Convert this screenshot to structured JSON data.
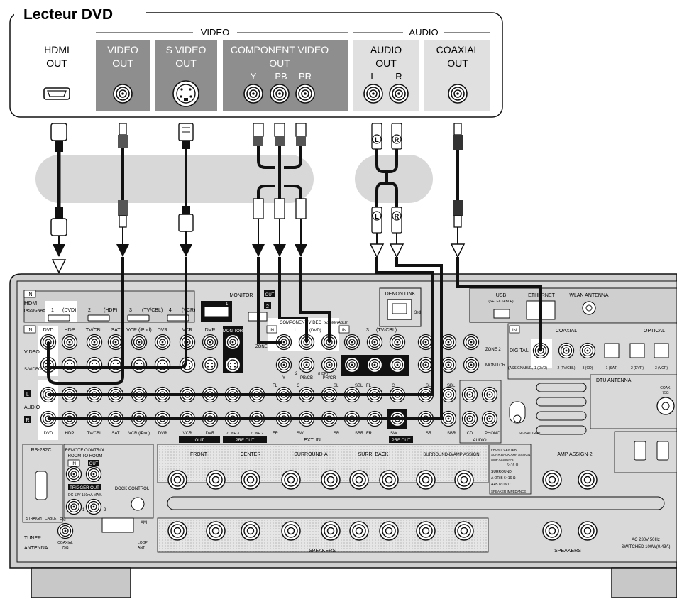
{
  "source": {
    "title": "Lecteur DVD",
    "group_video": "VIDEO",
    "group_audio": "AUDIO",
    "hdmi_line1": "HDMI",
    "hdmi_line2": "OUT",
    "video_line1": "VIDEO",
    "video_line2": "OUT",
    "svideo_line1": "S VIDEO",
    "svideo_line2": "OUT",
    "component_line1": "COMPONENT VIDEO",
    "component_line2": "OUT",
    "comp_y": "Y",
    "comp_pb": "PB",
    "comp_pr": "PR",
    "audio_line1": "AUDIO",
    "audio_line2": "OUT",
    "audio_l": "L",
    "audio_r": "R",
    "coax_line1": "COAXIAL",
    "coax_line2": "OUT"
  },
  "plug_marks": {
    "left": "L",
    "right": "R"
  },
  "receiver": {
    "in_tag": "IN",
    "out_tag": "OUT",
    "hdmi": "HDMI",
    "hdmi_assignable": "(ASSIGNABLE)",
    "hdmi_inputs": [
      "1",
      "(DVD)",
      "2",
      "(HDP)",
      "3",
      "(TV/CBL)",
      "4",
      "(VCR)"
    ],
    "monitor": "MONITOR",
    "monitor_1": "1",
    "monitor_2": "2",
    "denon_link": "DENON LINK",
    "denon_link_sub": "3rd",
    "usb": "USB",
    "usb_sub": "(SELECTABLE)",
    "ethernet": "ETHERNET",
    "wlan": "WLAN ANTENNA",
    "video_row": [
      "DVD",
      "HDP",
      "TV/CBL",
      "SAT",
      "VCR (iPod)",
      "DVR",
      "VCR",
      "DVR"
    ],
    "monitor_label": "MONITOR",
    "zone2": "ZONE 2",
    "video_label": "VIDEO",
    "svideo_label": "S-VIDEO",
    "component": "COMPONENT VIDEO",
    "component_1": "1",
    "component_dvd": "(DVD)",
    "component_assignable": "(ASSIGNABLE)",
    "component_2": "2",
    "component_hdp": "(HDP)",
    "component_3": "3",
    "component_tvcbl": "(TV/CBL)",
    "y": "Y",
    "pb": "PB/CB",
    "pr": "PR/CR",
    "zone2_right": "ZONE 2",
    "monitor_right": "MONITOR",
    "coaxial": "COAXIAL",
    "optical": "OPTICAL",
    "digital": "DIGITAL",
    "digital_assignable": "(ASSIGNABLE)",
    "digital_inputs": [
      "1 (DVD)",
      "2 (TV/CBL)",
      "3 (CD)",
      "1 (SAT)",
      "2 (DVR)",
      "3 (VCR)"
    ],
    "dtu_antenna": "DTU ANTENNA",
    "coax_75": "COAX.",
    "coax_75b": "75Ω",
    "audio_label": "AUDIO",
    "audio_l_badge": "L",
    "audio_r_badge": "R",
    "audio_row": [
      "DVD",
      "HDP",
      "TV/CBL",
      "SAT",
      "VCR (iPod)",
      "DVR",
      "VCR",
      "DVR",
      "ZONE 3",
      "ZONE 2"
    ],
    "out_badge": "OUT",
    "pre_out": "PRE OUT",
    "ext_in_top": [
      "FL",
      "C",
      "SL",
      "SBL"
    ],
    "ext_in_bottom": [
      "FR",
      "SW",
      "SR",
      "SBR"
    ],
    "ext_in": "EXT. IN",
    "preout_top": [
      "FL",
      "C",
      "SL",
      "SBL"
    ],
    "preout_bottom": [
      "FR",
      "SW",
      "SR",
      "SBR"
    ],
    "cd": "CD",
    "phono": "PHONO",
    "audio_in": "AUDIO",
    "signal_gnd": "SIGNAL GND",
    "rs232c": "RS-232C",
    "straight_cable": "STRAIGHT CABLE",
    "remote_control": "REMOTE CONTROL",
    "room_to_room": "ROOM TO ROOM",
    "trigger_out": "TRIGGER OUT",
    "trigger_spec": "DC 12V 150mA MAX.",
    "trigger_1": "1",
    "trigger_2": "2",
    "dock_control": "DOCK CONTROL",
    "tuner": "TUNER",
    "antenna": "ANTENNA",
    "fm": "FM",
    "fm_coax": "COAXIAL",
    "fm_75": "75Ω",
    "am": "AM",
    "loop_ant": "LOOP",
    "loop_ant2": "ANT.",
    "speaker_groups": [
      "FRONT",
      "CENTER",
      "SURROUND-A",
      "SURR. BACK",
      "SURROUND-B/AMP ASSIGN",
      "AMP ASSIGN-2"
    ],
    "speakers": "SPEAKERS",
    "imp_lines": [
      "FRONT, CENTER,",
      "SURR.BACK,AMP ASSIGN,",
      "AMP ASSIGN-2",
      "6~16 Ω",
      "SURROUND",
      "A OR B  6~16 Ω",
      "A+B     8~16 Ω"
    ],
    "speaker_impedance": "SPEAKER IMPEDANCE",
    "ac_line1": "AC 230V   50Hz",
    "ac_line2": "SWITCHED 100W(0.43A)"
  },
  "colors": {
    "ink": "#111111",
    "panel": "#d9d9d9",
    "panel_dark": "#bfbfbf",
    "highlight_white": "#ffffff",
    "video_box": "#8e8e8e",
    "audio_box": "#e0e0e0",
    "bubble": "#d8d8d8"
  }
}
